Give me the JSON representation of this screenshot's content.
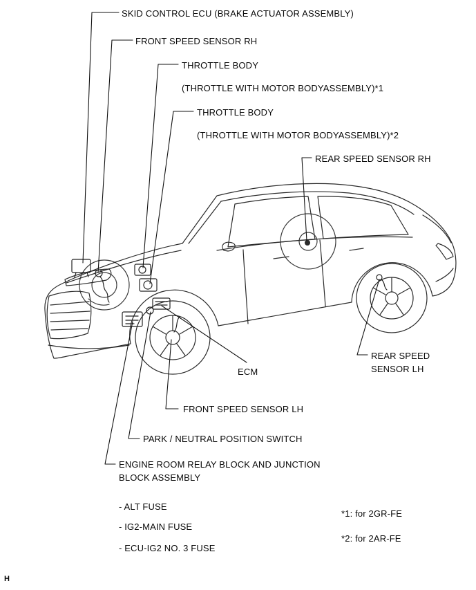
{
  "figure": {
    "page_mark": "H",
    "callouts": {
      "skid_control_ecu": "SKID CONTROL ECU (BRAKE ACTUATOR ASSEMBLY)",
      "front_speed_sensor_rh": "FRONT SPEED SENSOR RH",
      "throttle_body_1": "THROTTLE BODY",
      "throttle_body_1_sub": "(THROTTLE WITH MOTOR BODYASSEMBLY)*1",
      "throttle_body_2": "THROTTLE BODY",
      "throttle_body_2_sub": "(THROTTLE WITH MOTOR BODYASSEMBLY)*2",
      "rear_speed_sensor_rh": "REAR SPEED SENSOR RH",
      "ecm": "ECM",
      "rear_speed_sensor_lh": "REAR SPEED\nSENSOR LH",
      "front_speed_sensor_lh": "FRONT SPEED SENSOR LH",
      "park_neutral_position_switch": "PARK / NEUTRAL POSITION SWITCH",
      "engine_room_relay_block": "ENGINE ROOM RELAY BLOCK AND JUNCTION\nBLOCK ASSEMBLY",
      "fuse_alt": "- ALT FUSE",
      "fuse_ig2_main": "- IG2-MAIN FUSE",
      "fuse_ecu_ig2_no3": "- ECU-IG2 NO. 3 FUSE",
      "note_1": "*1: for 2GR-FE",
      "note_2": "*2: for 2AR-FE"
    }
  }
}
